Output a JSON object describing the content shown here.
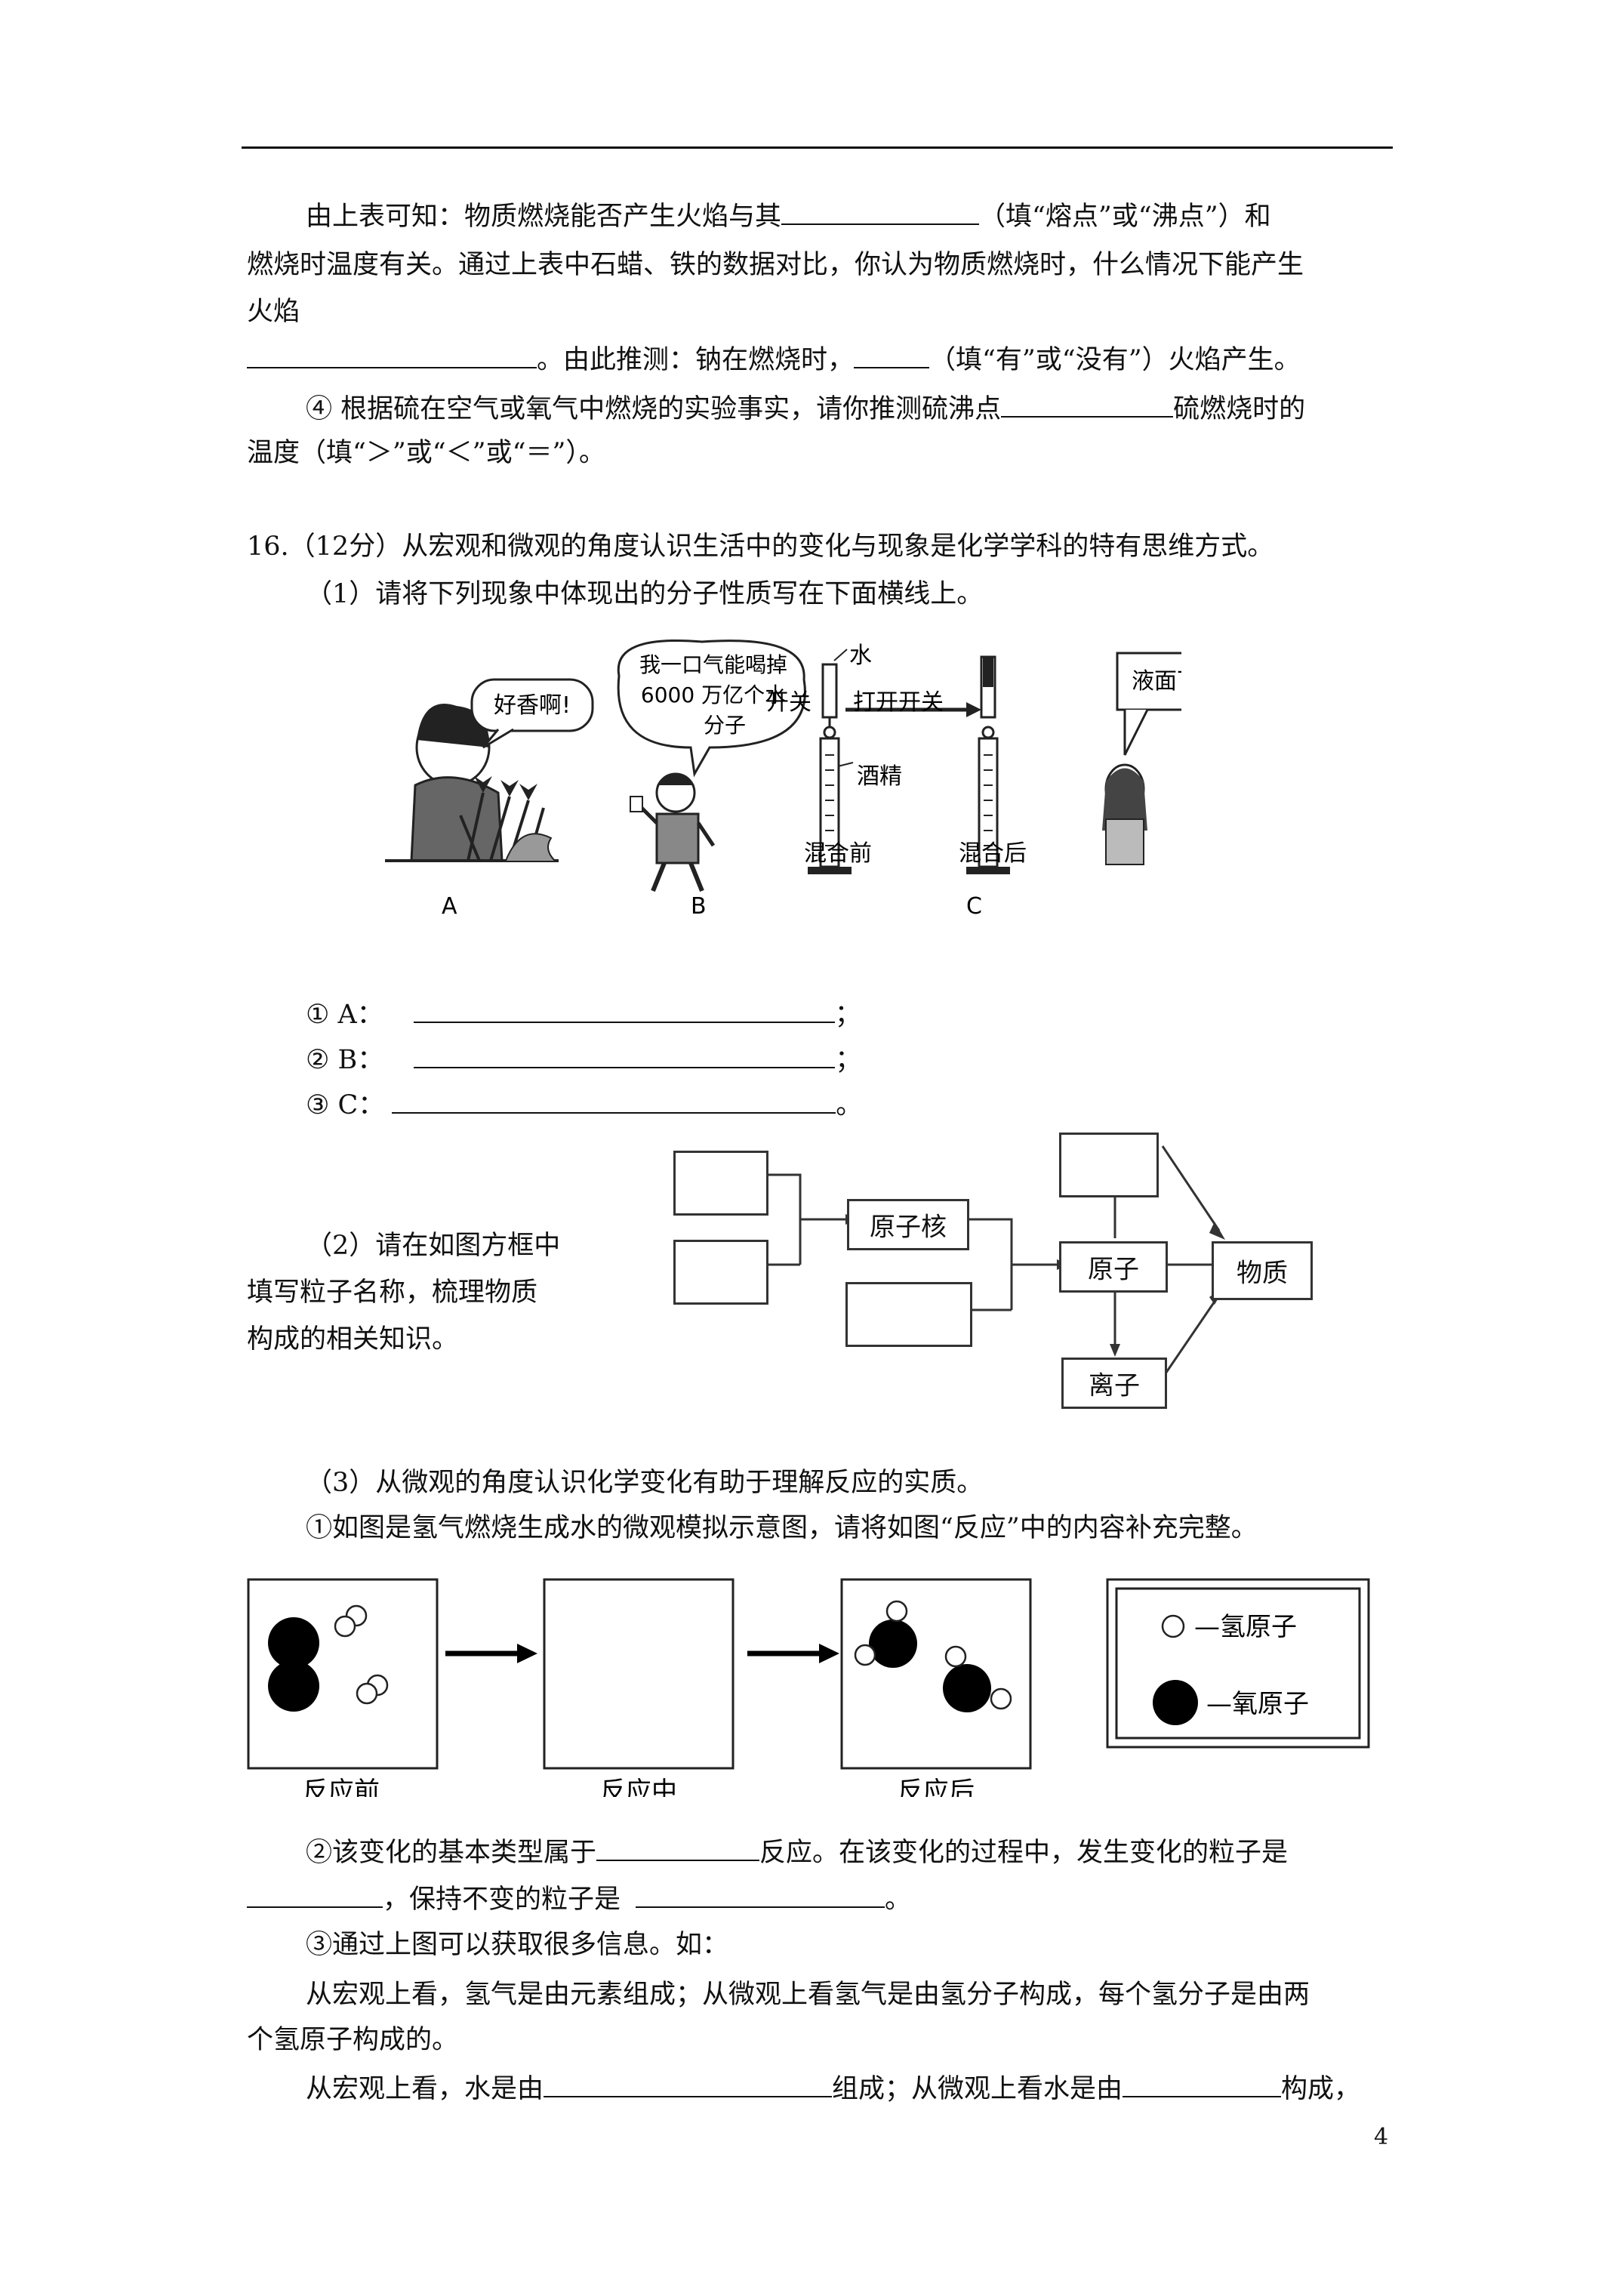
{
  "p15": {
    "line1a": "由上表可知：物质燃烧能否产生火焰与其",
    "line1b": "（填“熔点”或“沸点”）和",
    "line2": "燃烧时温度有关。通过上表中石蜡、铁的数据对比，你认为物质燃烧时，什么情况下能产生",
    "line3": "火焰",
    "line4a": "。由此推测：钠在燃烧时，",
    "line4b": "（填“有”或“没有”）火焰产生。",
    "line5a": "④ 根据硫在空气或氧气中燃烧的实验事实，请你推测硫沸点",
    "line5b": "硫燃烧时的",
    "line6": "温度（填“＞”或“＜”或“＝”）。"
  },
  "q16": {
    "head": "16.（12分）从宏观和微观的角度认识生活中的变化与现象是化学学科的特有思维方式。",
    "part1": "（1）请将下列现象中体现出的分子性质写在下面横线上。",
    "figA_bubble": "好香啊!",
    "figB_bubble": [
      "我一口气能喝掉",
      "6000 万亿个水",
      "分子"
    ],
    "figC": {
      "water": "水",
      "switch": "开关",
      "open": "打开开关",
      "alcohol": "酒精",
      "before": "混合前",
      "after": "混合后",
      "bubble": "液面下降!"
    },
    "fig_letters": [
      "A",
      "B",
      "C"
    ],
    "blankA_label": "① A：",
    "blankA_end": "；",
    "blankB_label": "② B：",
    "blankB_end": "；",
    "blankC_label": "③ C：",
    "blankC_end": "。",
    "part2": [
      "（2）请在如图方框中",
      "填写粒子名称，梳理物质",
      "构成的相关知识。"
    ],
    "diagram": {
      "nucleus": "原子核",
      "atom": "原子",
      "matter": "物质",
      "ion": "离子"
    },
    "part3": "（3）从微观的角度认识化学变化有助于理解反应的实质。",
    "part3_1": "①如图是氢气燃烧生成水的微观模拟示意图，请将如图“反应”中的内容补充完整。",
    "reaction": {
      "before": "反应前",
      "during": "反应中",
      "after": "反应后",
      "legend_h": "—氢原子",
      "legend_o": "—氧原子"
    },
    "part3_2a": "②该变化的基本类型属于",
    "part3_2b": "反应。在该变化的过程中，发生变化的粒子是",
    "part3_2c": "，保持不变的粒子是",
    "part3_2d": "。",
    "part3_3": "③通过上图可以获取很多信息。如：",
    "macro1": "从宏观上看，氢气是由元素组成；从微观上看氢气是由氢分子构成，每个氢分子是由两",
    "macro2": "个氢原子构成的。",
    "macro3a": "从宏观上看，水是由",
    "macro3b": "组成；从微观上看水是由",
    "macro3c": "构成，"
  },
  "page_number": "4"
}
